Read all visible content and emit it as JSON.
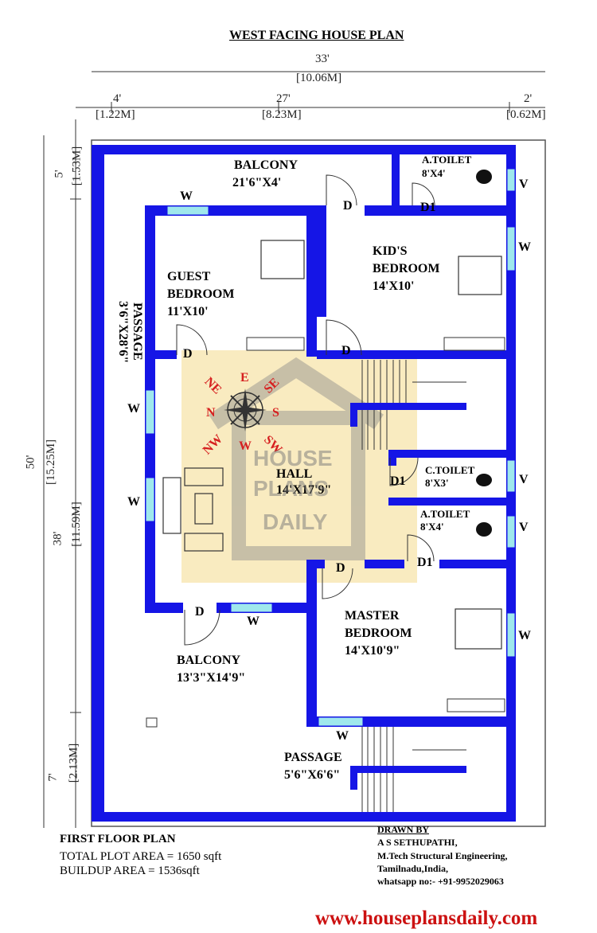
{
  "title": "WEST FACING HOUSE PLAN",
  "dims": {
    "total_w": "33'",
    "total_w_m": "[10.06M]",
    "seg1": "4'",
    "seg1_m": "[1.22M]",
    "seg2": "27'",
    "seg2_m": "[8.23M]",
    "seg3": "2'",
    "seg3_m": "[0.62M]",
    "total_h": "50'",
    "total_h_m": "[15.25M]",
    "h1": "5'",
    "h1_m": "[1.53M]",
    "h2": "38'",
    "h2_m": "[11.59M]",
    "h3": "7'",
    "h3_m": "[2.13M]"
  },
  "rooms": {
    "balcony_top": "BALCONY",
    "balcony_top_size": "21'6\"X4'",
    "atoilet_top": "A.TOILET",
    "atoilet_top_size": "8'X4'",
    "guest": "GUEST",
    "guest2": "BEDROOM",
    "guest_size": "11'X10'",
    "kids": "KID'S",
    "kids2": "BEDROOM",
    "kids_size": "14'X10'",
    "passage_left": "PASSAGE",
    "passage_left_size": "3'6\"X28'6\"",
    "hall": "HALL",
    "hall_size": "14'X17'9\"",
    "ctoilet": "C.TOILET",
    "ctoilet_size": "8'X3'",
    "atoilet_mid": "A.TOILET",
    "atoilet_mid_size": "8'X4'",
    "master": "MASTER",
    "master2": "BEDROOM",
    "master_size": "14'X10'9\"",
    "balcony_bottom": "BALCONY",
    "balcony_bottom_size": "13'3\"X14'9\"",
    "passage_bottom": "PASSAGE",
    "passage_bottom_size": "5'6\"X6'6\""
  },
  "marks": {
    "door": "D",
    "door1": "D1",
    "window": "W",
    "vent": "V"
  },
  "compass": {
    "n": "N",
    "e": "E",
    "s": "S",
    "w": "W",
    "ne": "NE",
    "se": "SE",
    "nw": "NW",
    "sw": "SW"
  },
  "watermark": {
    "line1": "HOUSE",
    "line2": "PLANS",
    "line3": "DAILY"
  },
  "info": {
    "floor": "FIRST FLOOR PLAN",
    "plot_area": "TOTAL PLOT AREA = 1650 sqft",
    "buildup_area": "BUILDUP AREA = 1536sqft"
  },
  "credits": {
    "drawn_by": "DRAWN BY",
    "name": "A S SETHUPATHI,",
    "degree": "M.Tech Structural Engineering,",
    "place": "Tamilnadu,India,",
    "whatsapp": "whatsapp no:- +91-9952029063"
  },
  "website": "www.houseplansdaily.com",
  "colors": {
    "wall": "#1515e6",
    "window": "#9fe8ec",
    "highlight": "#f7e6b0",
    "compass": "#d62020",
    "website": "#cc1111"
  }
}
